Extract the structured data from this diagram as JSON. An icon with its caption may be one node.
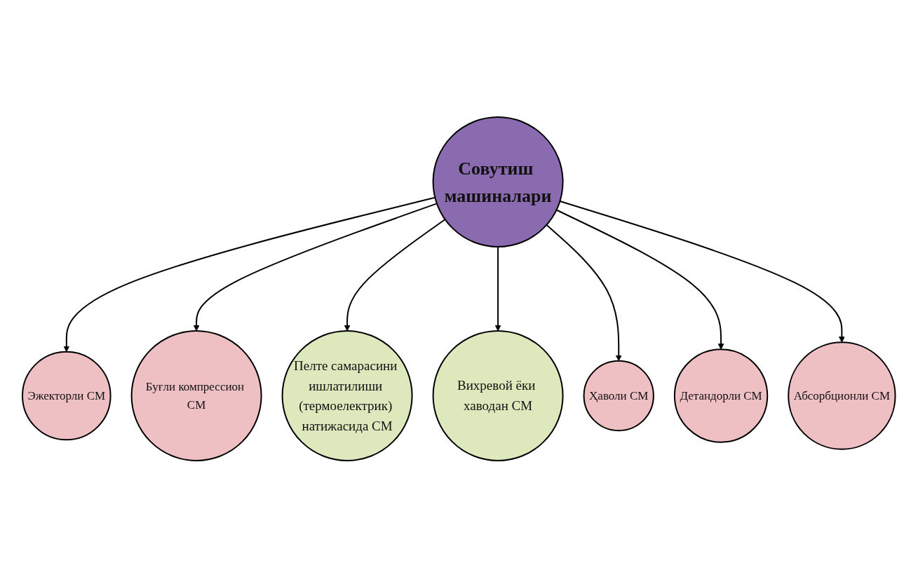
{
  "diagram": {
    "nodes": [
      {
        "text": [
          "Совутиш машиналари"
        ]
      },
      {
        "text": [
          "Эжекторли СМ"
        ]
      },
      {
        "text": [
          "Буғли компрессион СМ"
        ]
      },
      {
        "text": [
          "Пелте самарасини ишлатилиши (термоелектрик) натижасида СМ"
        ]
      },
      {
        "text": [
          "Вихревой ёки хаводан СМ"
        ]
      },
      {
        "text": [
          "Ҳаволи СМ"
        ]
      },
      {
        "text": [
          "Детандорли СМ"
        ]
      },
      {
        "text": [
          "Абсорбционли СМ"
        ]
      }
    ],
    "edges": [
      {
        "from": 0,
        "to": 1,
        "arrow": "to"
      },
      {
        "from": 0,
        "to": 2,
        "arrow": "to"
      },
      {
        "from": 0,
        "to": 3,
        "arrow": "to"
      },
      {
        "from": 0,
        "to": 4,
        "arrow": "to"
      },
      {
        "from": 0,
        "to": 5,
        "arrow": "to"
      },
      {
        "from": 0,
        "to": 6,
        "arrow": "to"
      },
      {
        "from": 0,
        "to": 7,
        "arrow": "to"
      }
    ]
  }
}
